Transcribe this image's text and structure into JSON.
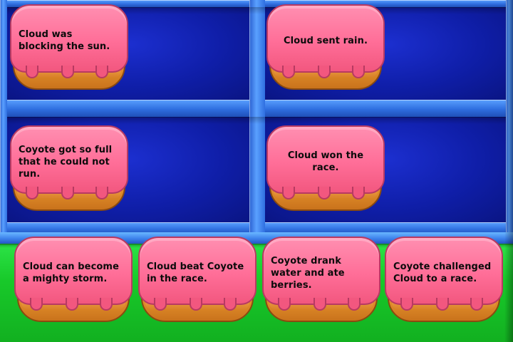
{
  "cards_top": [
    {
      "text": "Cloud was blocking the sun."
    },
    {
      "text": "Cloud sent rain."
    },
    {
      "text": "Coyote got so full that he could not run."
    },
    {
      "text": "Cloud won the race."
    }
  ],
  "cards_bottom": [
    {
      "text": "Cloud can become a mighty storm."
    },
    {
      "text": "Cloud beat Coyote in the race."
    },
    {
      "text": "Coyote drank water and ate berries."
    },
    {
      "text": "Coyote challenged Cloud to a race."
    }
  ],
  "colors": {
    "shelf_blue": "#0f1ea8",
    "frame_blue": "#3d82ec",
    "tray_green": "#18c92a",
    "icing_pink": "#ff6e98",
    "cake_orange": "#e9952f"
  }
}
